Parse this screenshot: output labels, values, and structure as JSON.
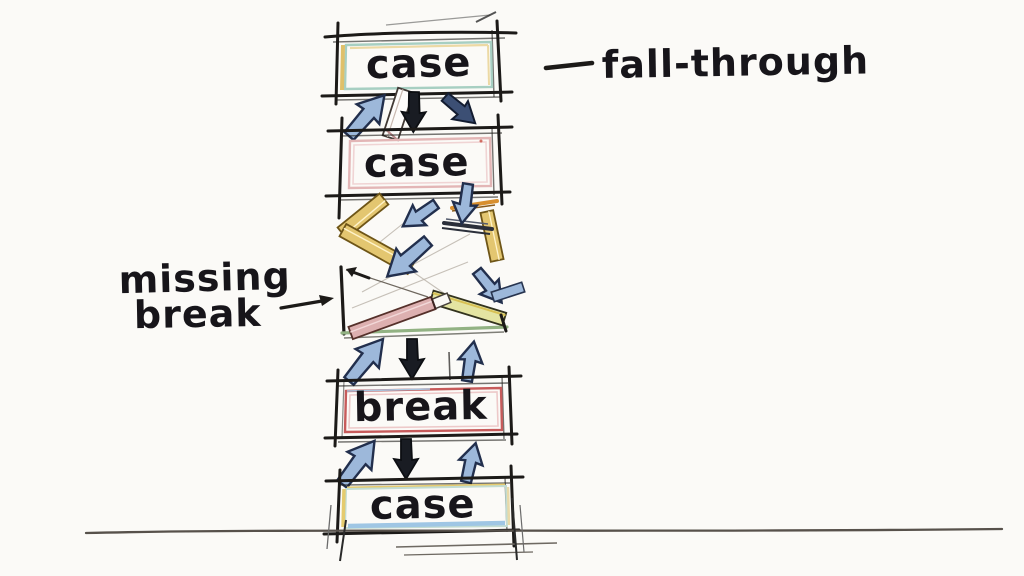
{
  "scene": {
    "kind": "hand-drawn sketch diagram of switch-case fall-through",
    "background": "#fbfaf7"
  },
  "diagram": {
    "boxes": [
      {
        "id": "case-top",
        "label": "case"
      },
      {
        "id": "case-second",
        "label": "case"
      },
      {
        "id": "break",
        "label": "break"
      },
      {
        "id": "case-bottom",
        "label": "case"
      }
    ],
    "annotations": {
      "fall_through": "fall-through",
      "missing_break_line1": "missing",
      "missing_break_line2": "break"
    },
    "colors": {
      "ink": "#1c1a18",
      "blue_arrow_fill": "#9db8da",
      "blue_arrow_stroke": "#222f4d",
      "navy_arrow_fill": "#3c4f74",
      "black_arrow_fill": "#191c23",
      "yellow_bar": "#e3c670",
      "pink_bar": "#ddb0b0",
      "teal_inner": "#a7cfc2",
      "pink_inner": "#e3b6b6",
      "red_inner": "#c75b5b",
      "yellow_inner": "#e5cb6e",
      "blue_inner": "#9fc6e4",
      "green_line": "#92b283",
      "orange_accent": "#d88f2f"
    }
  }
}
